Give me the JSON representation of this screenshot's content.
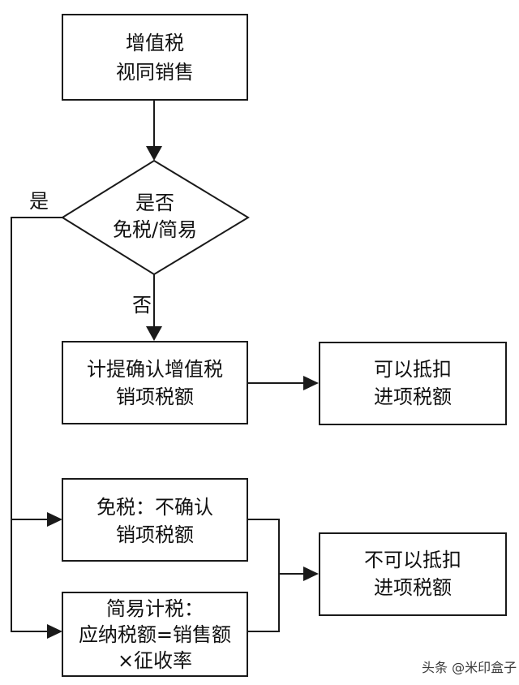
{
  "diagram": {
    "start_box": {
      "line1": "增值税",
      "line2": "视同销售"
    },
    "decision": {
      "line1": "是否",
      "line2": "免税/简易"
    },
    "label_yes": "是",
    "label_no": "否",
    "confirm_box": {
      "line1": "计提确认增值税",
      "line2": "销项税额"
    },
    "deductible_box": {
      "line1": "可以抵扣",
      "line2": "进项税额"
    },
    "exempt_box": {
      "line1": "免税：不确认",
      "line2": "销项税额"
    },
    "simple_box": {
      "line1": "简易计税：",
      "line2": "应纳税额=销售额",
      "line3": "×征收率"
    },
    "nondeductible_box": {
      "line1": "不可以抵扣",
      "line2": "进项税额"
    }
  },
  "watermark": "头条 @米印盒子"
}
